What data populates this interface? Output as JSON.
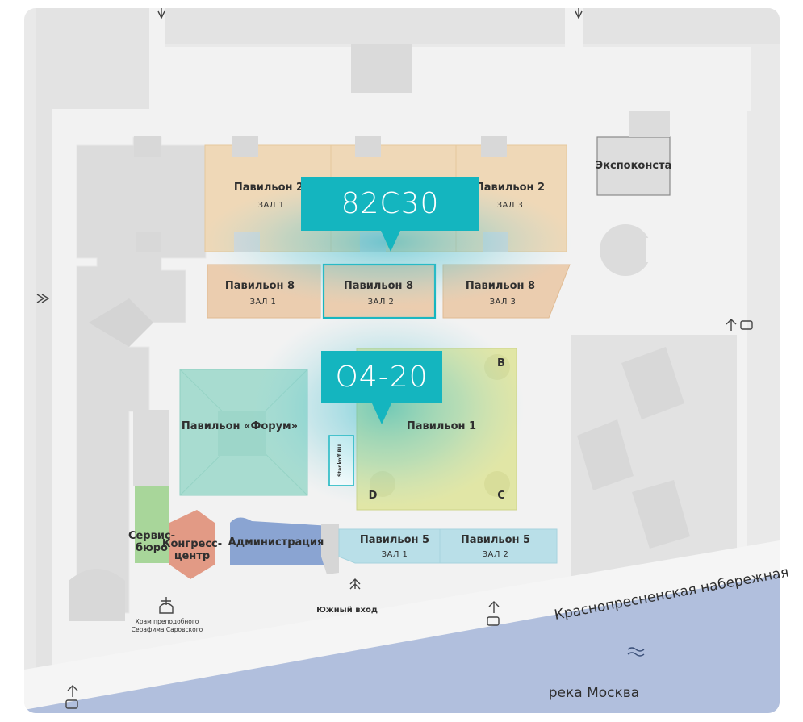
{
  "map": {
    "pavilions": [
      {
        "id": "p2z1",
        "name": "Павильон 2",
        "hall": "ЗАЛ 1"
      },
      {
        "id": "p2z3",
        "name": "Павильон 2",
        "hall": "ЗАЛ 3"
      },
      {
        "id": "p8z1",
        "name": "Павильон 8",
        "hall": "ЗАЛ 1"
      },
      {
        "id": "p8z2",
        "name": "Павильон 8",
        "hall": "ЗАЛ 2"
      },
      {
        "id": "p8z3",
        "name": "Павильон 8",
        "hall": "ЗАЛ 3"
      },
      {
        "id": "p5z1",
        "name": "Павильон 5",
        "hall": "ЗАЛ 1"
      },
      {
        "id": "p5z2",
        "name": "Павильон 5",
        "hall": "ЗАЛ 2"
      }
    ],
    "forum": "Павильон «Форум»",
    "pavilion1": {
      "name": "Павильон 1",
      "corners": [
        "B",
        "C",
        "D"
      ]
    },
    "expoconst": "Экспоконста",
    "service": [
      "Сервис-",
      "бюро"
    ],
    "congress": [
      "Конгресс-",
      "центр"
    ],
    "administration": "Администрация",
    "south_entrance": "Южный вход",
    "church": [
      "Храм преподобного",
      "Серафима Саровского"
    ],
    "embankment": "Краснопресненская набережная",
    "river": "река Москва",
    "stand_logo": "Stankoff.RU",
    "markers": [
      {
        "id": "m1",
        "label": "82C30",
        "color": "#14b5bf"
      },
      {
        "id": "m2",
        "label": "O4-20",
        "color": "#14b5bf"
      }
    ]
  }
}
